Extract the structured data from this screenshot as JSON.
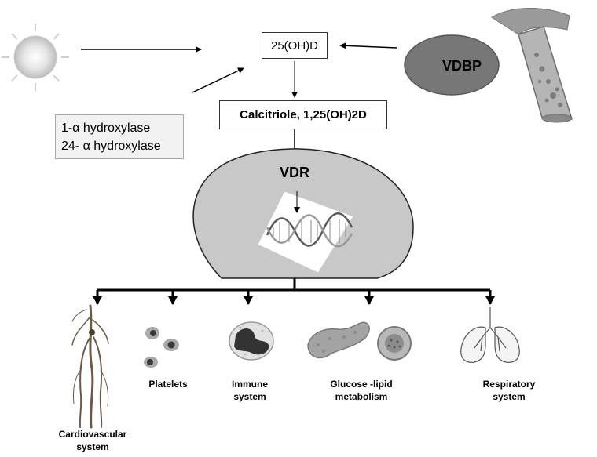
{
  "nodes": {
    "metabolite": "25(OH)D",
    "active_form": "Calcitriole, 1,25(OH)2D",
    "binding_protein": "VDBP",
    "receptor": "VDR",
    "enzymes": [
      "1-α hydroxylase",
      "24- α hydroxylase"
    ]
  },
  "targets": [
    {
      "label": "Cardiovascular system",
      "icon": "blood-vessels-icon"
    },
    {
      "label": "Platelets",
      "icon": "platelets-icon"
    },
    {
      "label": "Immune system",
      "icon": "immune-cell-icon"
    },
    {
      "label": "Glucose -lipid metabolism",
      "icon": "pancreas-icon"
    },
    {
      "label": "Respiratory system",
      "icon": "lungs-icon"
    }
  ],
  "colors": {
    "cell_fill": "#c8c8c8",
    "vdbp_fill": "#777777",
    "dna_strand": "#666666"
  }
}
